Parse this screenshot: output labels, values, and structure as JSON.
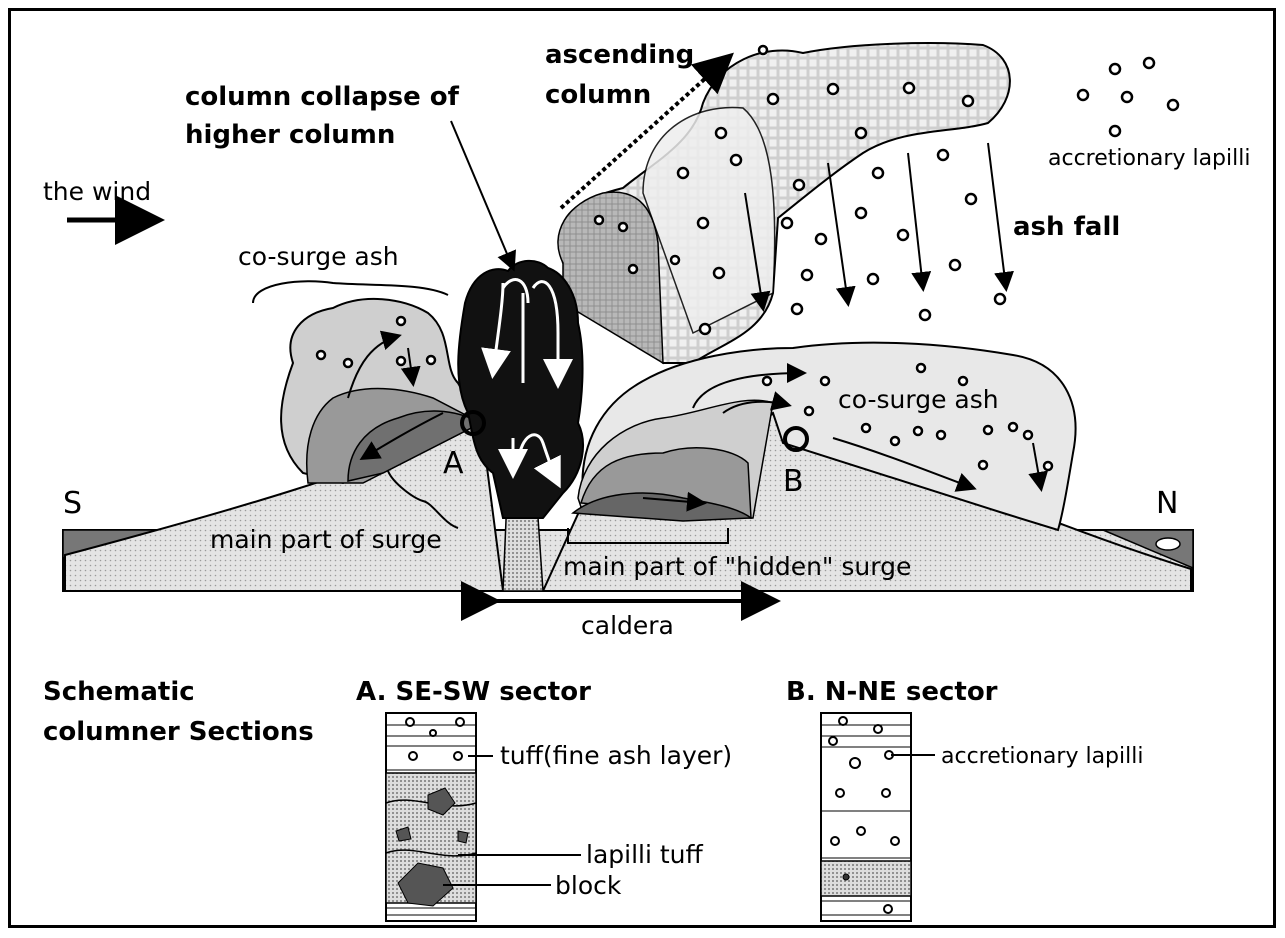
{
  "labels": {
    "wind": "the wind",
    "column_collapse_1": "column collapse of",
    "column_collapse_2": "higher column",
    "ascending_1": "ascending",
    "ascending_2": "column",
    "accretionary_top": "accretionary lapilli",
    "ash_fall": "ash fall",
    "co_surge_left": "co-surge ash",
    "co_surge_right": "co-surge ash",
    "point_a": "A",
    "point_b": "B",
    "south": "S",
    "north": "N",
    "main_surge": "main part of surge",
    "hidden_surge": "main part of \"hidden\" surge",
    "caldera": "caldera"
  },
  "sections": {
    "heading_1": "Schematic",
    "heading_2": "columner Sections",
    "a_title": "A. SE-SW sector",
    "b_title": "B. N-NE sector",
    "a_labels": [
      "tuff(fine ash layer)",
      "lapilli tuff",
      "block"
    ],
    "b_labels": [
      "accretionary lapilli"
    ]
  }
}
